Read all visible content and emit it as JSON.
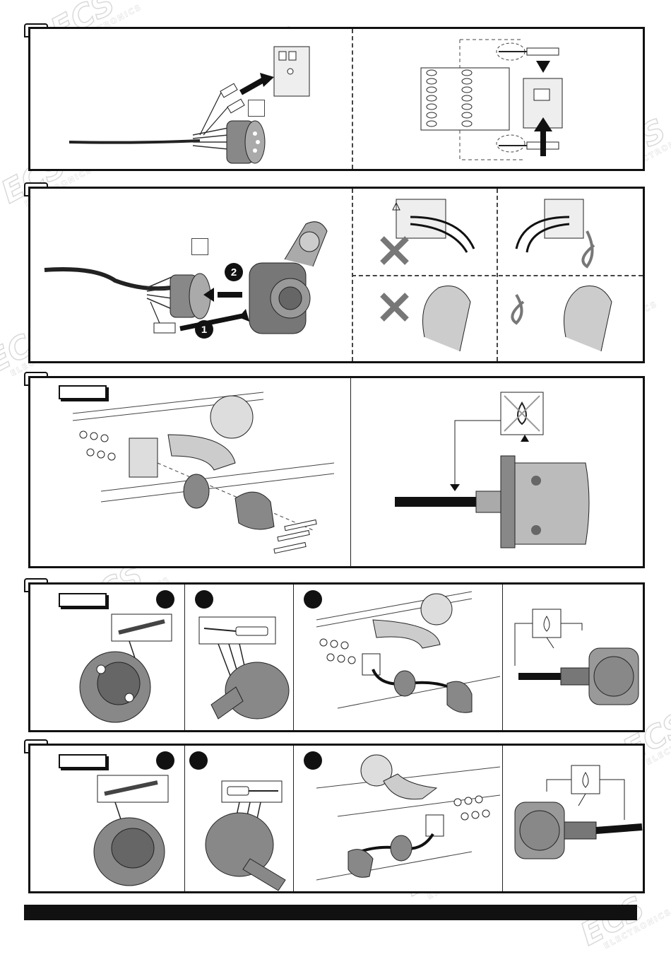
{
  "watermark": {
    "brand": "ECS",
    "subtitle": "ELECTRONICS"
  },
  "steps": [
    {
      "id": "step-1"
    },
    {
      "id": "step-2",
      "markers": [
        "1",
        "2"
      ]
    },
    {
      "id": "step-3"
    },
    {
      "id": "step-4"
    },
    {
      "id": "step-5"
    }
  ]
}
